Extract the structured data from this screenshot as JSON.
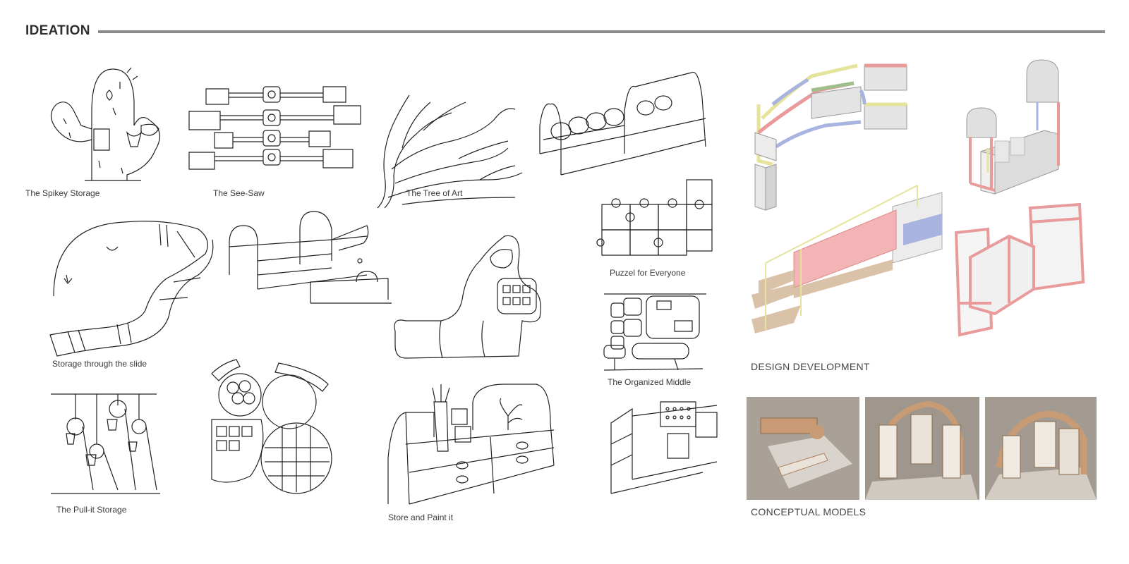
{
  "header": {
    "title": "IDEATION"
  },
  "sketches": {
    "spikey_storage": "The Spikey Storage",
    "see_saw": "The See-Saw",
    "tree_of_art": "The Tree of Art",
    "puzzle": "Puzzel for Everyone",
    "slide": "Storage through the slide",
    "organized_middle": "The Organized Middle",
    "pull_it": "The Pull-it Storage",
    "store_paint": "Store and Paint it"
  },
  "sections": {
    "design_development": "DESIGN DEVELOPMENT",
    "conceptual_models": "CONCEPTUAL MODELS"
  },
  "colors": {
    "rule": "#8a8a8a",
    "pink": "#e99a9a",
    "yellow": "#e6e39a",
    "blue": "#a9b3e0",
    "green": "#9fbf8c",
    "wood": "#d9c2a8",
    "cardboard": "#a8a098"
  }
}
